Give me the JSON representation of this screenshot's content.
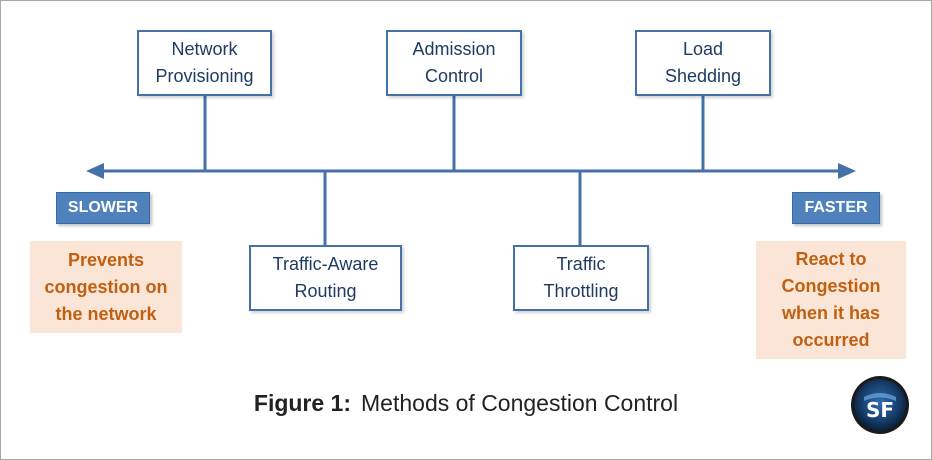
{
  "top_boxes": [
    {
      "lines": [
        "Network",
        "Provisioning"
      ]
    },
    {
      "lines": [
        "Admission",
        "Control"
      ]
    },
    {
      "lines": [
        "Load",
        "Shedding"
      ]
    }
  ],
  "bottom_boxes": [
    {
      "lines": [
        "Traffic-Aware",
        "Routing"
      ]
    },
    {
      "lines": [
        "Traffic",
        "Throttling"
      ]
    }
  ],
  "speed_labels": {
    "left": "SLOWER",
    "right": "FASTER"
  },
  "notes": {
    "left": [
      "Prevents",
      "congestion on",
      "the network"
    ],
    "right": [
      "React to",
      "Congestion",
      "when it has",
      "occurred"
    ]
  },
  "caption": {
    "label": "Figure 1:",
    "text": "Methods of Congestion Control"
  },
  "logo": {
    "text": "SF"
  },
  "colors": {
    "axis": "#4472a8",
    "box_border": "#4472a8",
    "speed_fill": "#4f81bd",
    "note_fill": "#fbe5d6",
    "note_text": "#c06010"
  }
}
